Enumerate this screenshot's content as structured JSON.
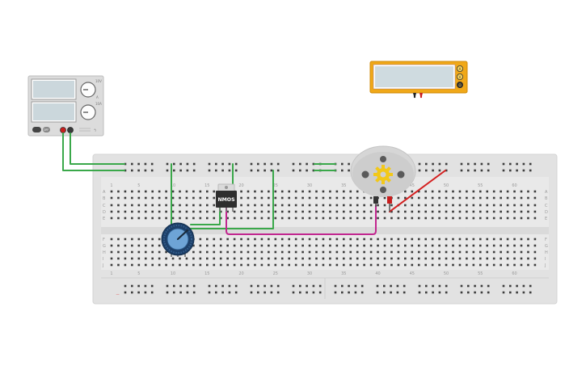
{
  "power_supply": {
    "label_top": "10V",
    "label_mid": "A",
    "label_bot": "10A",
    "label_off": "OFF",
    "label_on": "ON"
  },
  "multimeter": {
    "modes": [
      "A",
      "V",
      "Ω"
    ],
    "colors": {
      "body": "#f0a818",
      "screen": "#cfdbe0"
    }
  },
  "breadboard": {
    "columns_top": [
      "1",
      "5",
      "10",
      "15",
      "20",
      "25",
      "30",
      "35",
      "40",
      "45",
      "50",
      "55",
      "60"
    ],
    "columns_bottom": [
      "1",
      "5",
      "10",
      "15",
      "20",
      "25",
      "30",
      "35",
      "40",
      "45",
      "50",
      "55",
      "60"
    ],
    "rows_top": [
      "A",
      "B",
      "C",
      "D",
      "E"
    ],
    "rows_bottom": [
      "F",
      "G",
      "H",
      "I",
      "J"
    ],
    "rail_minus": "−",
    "rail_plus": "+"
  },
  "mosfet": {
    "label": "NMOS"
  },
  "motor": {
    "icon": "gear-icon"
  },
  "wire_colors": {
    "green": "#3aa84a",
    "magenta": "#c2268f",
    "red": "#d42020"
  }
}
